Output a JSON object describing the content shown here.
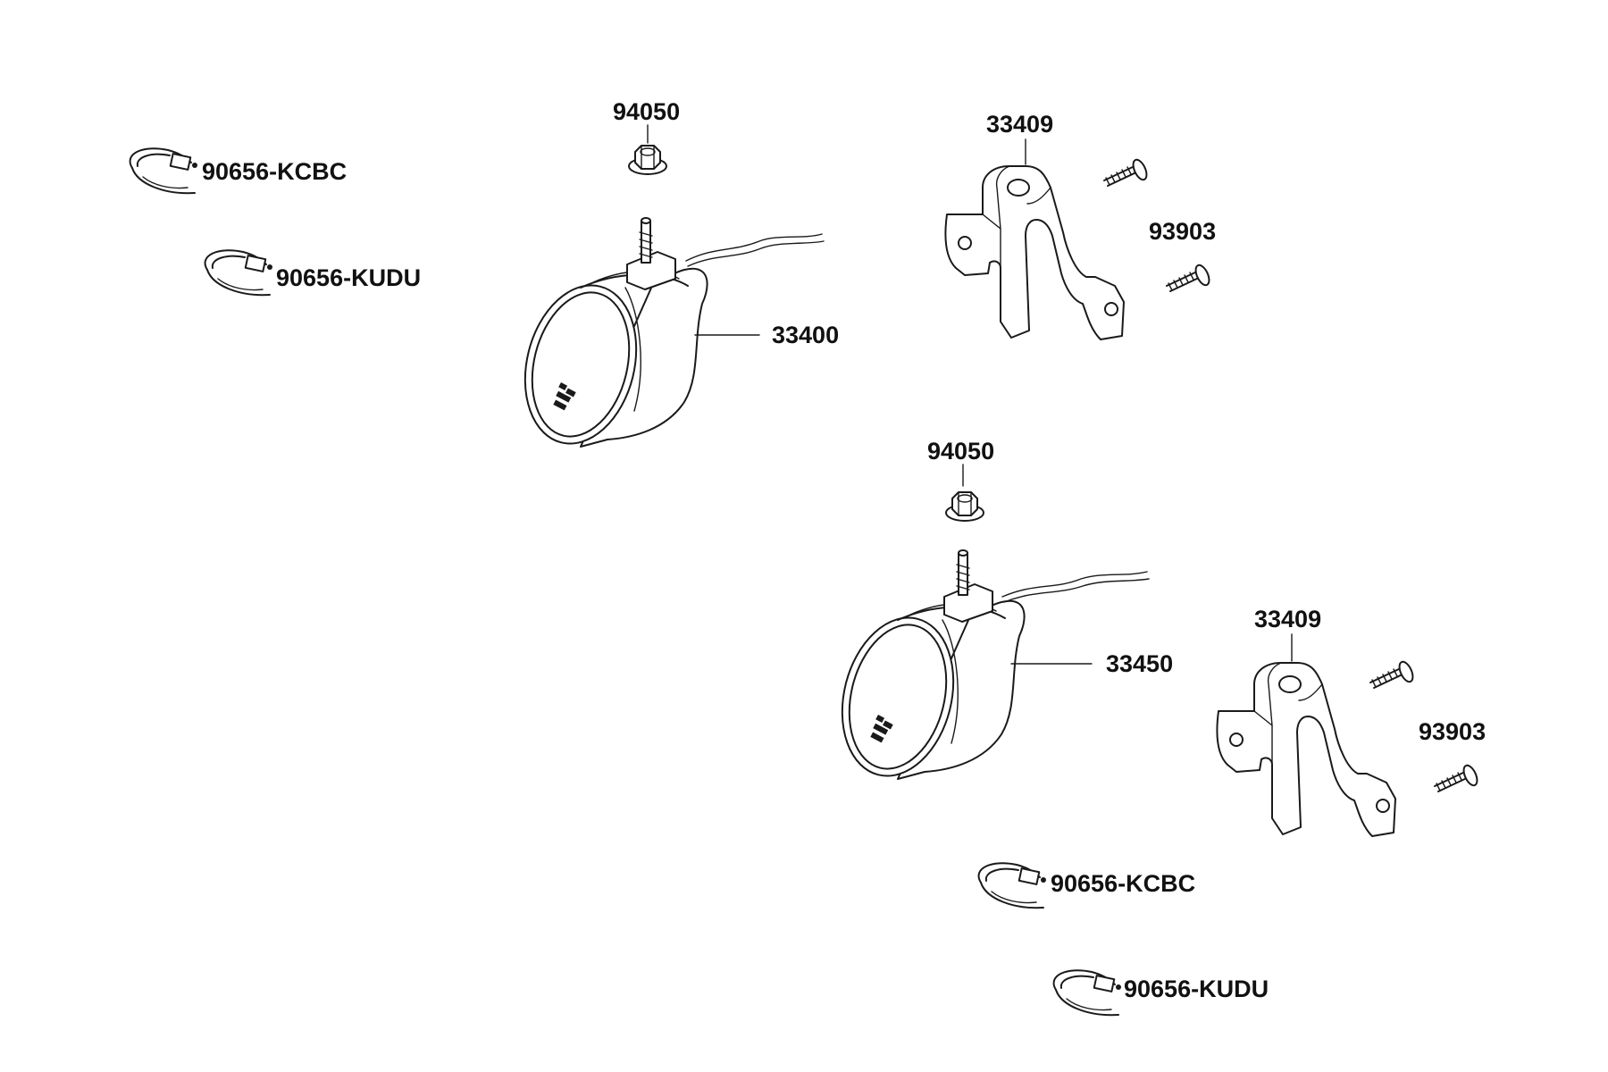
{
  "parts": {
    "clip_kcbc_top": "90656-KCBC",
    "clip_kudu_top": "90656-KUDU",
    "nut_top": "94050",
    "lamp_left": "33400",
    "bracket_top": "33409",
    "screw_top": "93903",
    "nut_bottom": "94050",
    "lamp_right": "33450",
    "bracket_bottom": "33409",
    "screw_bottom": "93903",
    "clip_kcbc_bottom": "90656-KCBC",
    "clip_kudu_bottom": "90656-KUDU"
  },
  "icons": {
    "clip": "cable-clip-icon",
    "nut": "flange-nut-icon",
    "lamp": "fog-lamp-icon",
    "bracket": "lamp-bracket-icon",
    "screw": "screw-icon"
  },
  "colors": {
    "line": "#1a1a1a",
    "background": "#ffffff"
  }
}
